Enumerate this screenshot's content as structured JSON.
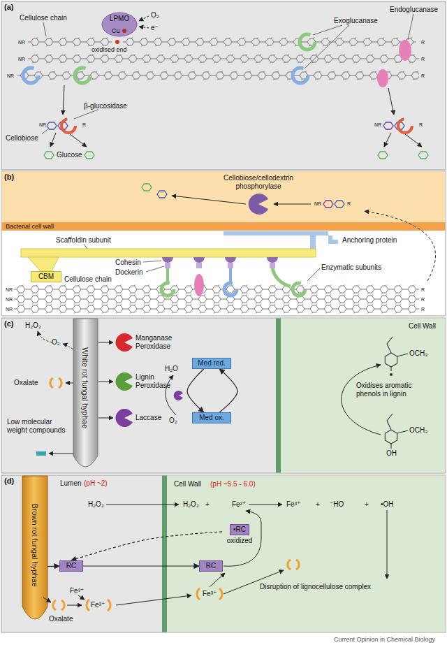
{
  "diagram": {
    "nodes": [
      {
        "text": [
          "(a)"
        ]
      },
      {
        "text": [
          "LPMO",
          "Cu"
        ],
        "in": 0
      },
      {
        "text": [
          "(b)"
        ]
      },
      {
        "text": [
          "Bacterial cell wall"
        ],
        "in": 2
      },
      {
        "text": [
          "CBM"
        ],
        "in": 2
      },
      {
        "text": [
          "(c)"
        ]
      },
      {
        "text": [
          "White rot fungal hyphae"
        ],
        "in": 5
      },
      {
        "text": [
          "Med red."
        ],
        "in": 5
      },
      {
        "text": [
          "Med ox."
        ],
        "in": 5
      },
      {
        "text": [
          "Cell Wall",
          "Oxidises aromatic phenols in lignin"
        ],
        "in": 5
      },
      {
        "text": [
          "(d)"
        ]
      },
      {
        "text": [
          "Brown rot fungal hyphae"
        ],
        "in": 10
      },
      {
        "text": [
          "Cell Wall",
          "(pH ~5.5 - 6.0)"
        ],
        "in": 10
      },
      {
        "text": [
          "RC"
        ],
        "in": 10
      },
      {
        "text": [
          "RC"
        ],
        "in": 12
      },
      {
        "text": [
          "•RC",
          "oxidized"
        ],
        "in": 12
      }
    ],
    "edges": [
      {
        "from": 7,
        "to": 8,
        "arrow": "to"
      },
      {
        "from": 8,
        "to": 7,
        "arrow": "to"
      },
      {
        "from": 13,
        "to": 14,
        "arrow": "to"
      },
      {
        "from": 15,
        "to": 13,
        "arrow": "to"
      },
      {
        "from": 11,
        "to": 13,
        "arrow": "to"
      }
    ],
    "labels": [
      "Cellulose chain",
      "O₂",
      "e⁻",
      "oxidised end",
      "NR",
      "R",
      "NR",
      "R",
      "NR",
      "R",
      "Exoglucanase",
      "Endoglucanase",
      "β-glucosidase",
      "Cellobiose",
      "NR",
      "R",
      "Glucose",
      "NR",
      "R",
      "Cellobiose/cellodextrin phosphorylase",
      "NR",
      "R",
      "Anchoring protein",
      "Scaffoldin subunit",
      "Cohesin",
      "Dockerin",
      "Enzymatic subunits",
      "Cellulose chain",
      "NR",
      "R",
      "NR",
      "R",
      "NR",
      "R",
      "H₂O₂",
      "O₂",
      "Manganase Peroxidase",
      "Lignin Peroxidase",
      "Laccase",
      "Oxalate",
      "Low molecular weight compounds",
      "H₂O",
      "O₂",
      "OCH₃",
      "OCH₃",
      "OH",
      "Lumen",
      "(pH ~2)",
      "H₂O₂",
      "H₂O₂",
      "+",
      "Fe²⁺",
      "Fe³⁺",
      "+",
      "⁻HO",
      "+",
      "•OH",
      "Disruption of lignocellulose complex",
      "Fe³⁺",
      "Oxalate",
      "Fe³⁺",
      "Fe³⁺",
      "Current Opinion in Chemical Biology"
    ]
  }
}
